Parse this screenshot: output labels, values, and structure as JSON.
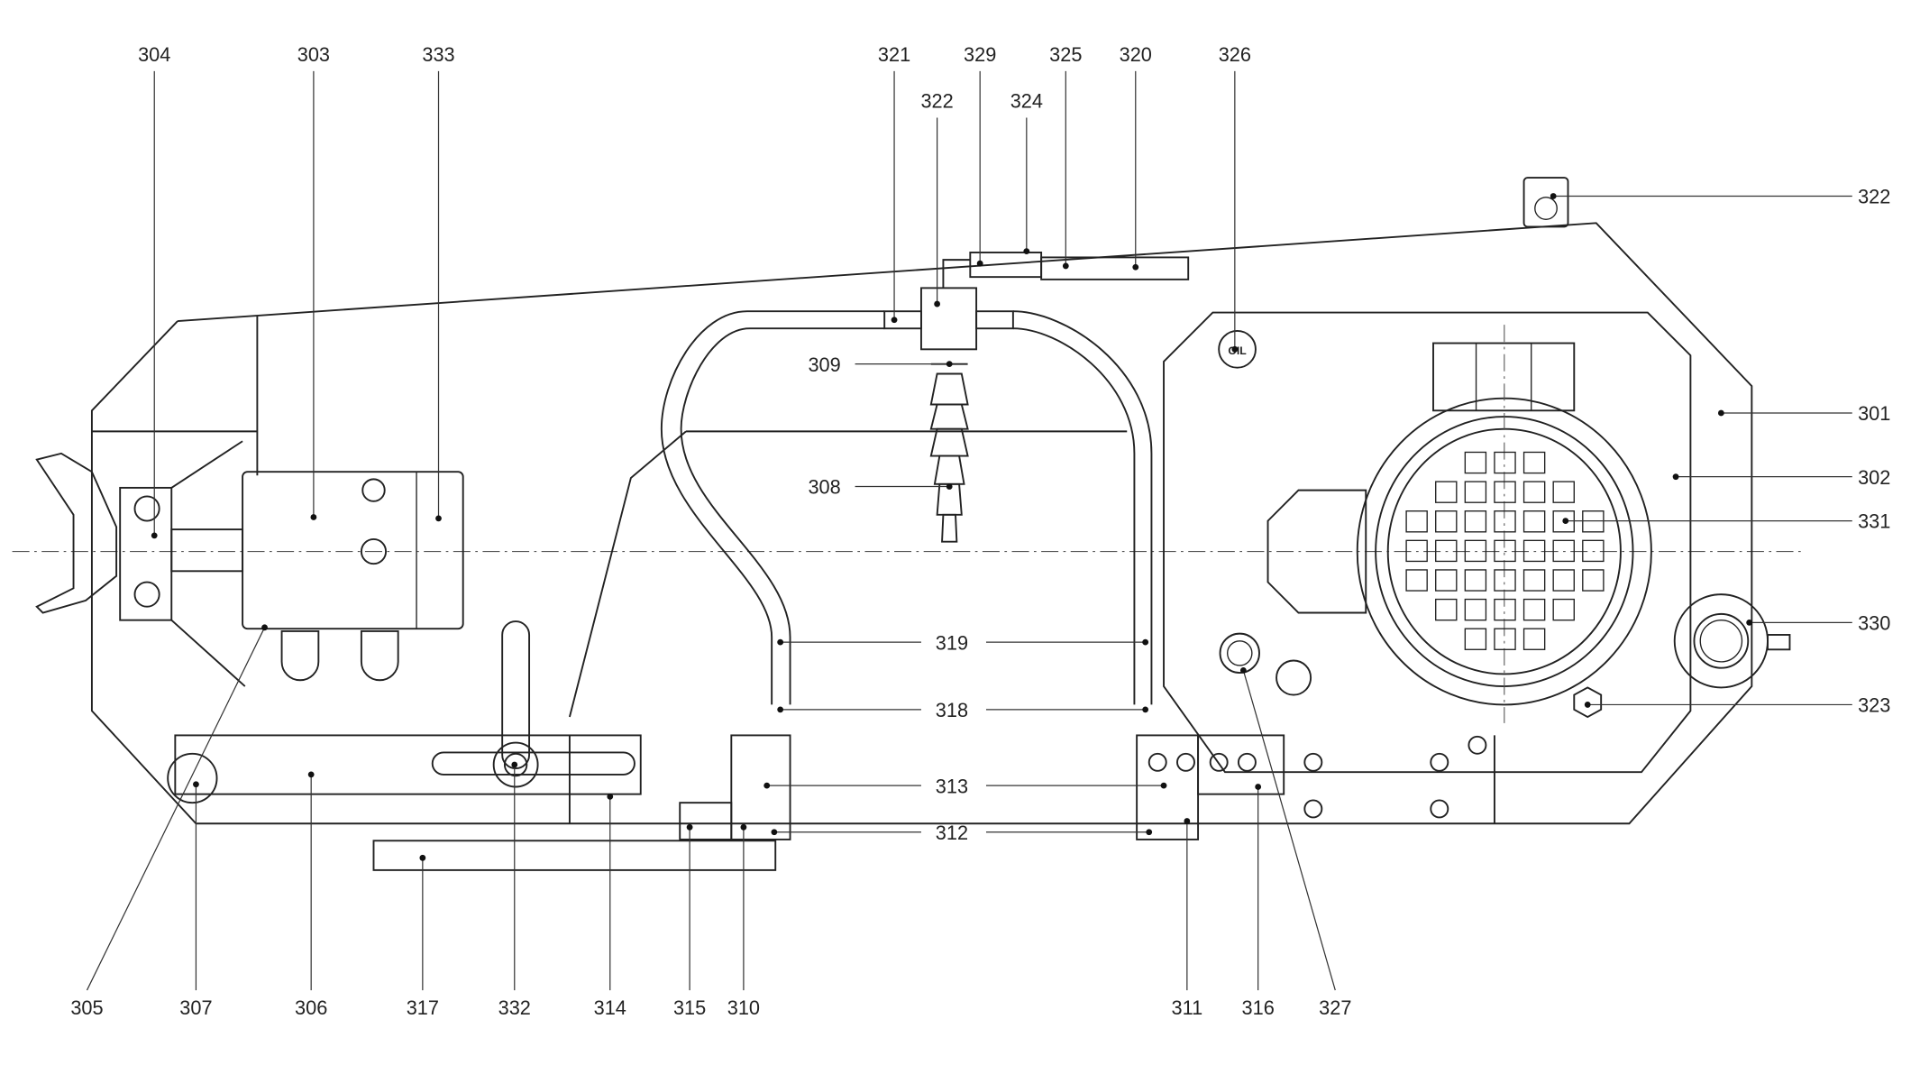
{
  "callouts": {
    "top": [
      "304",
      "303",
      "333",
      "321",
      "329",
      "325",
      "320",
      "326"
    ],
    "top2": [
      "322",
      "324"
    ],
    "right": [
      "322",
      "301",
      "302",
      "331",
      "330",
      "323"
    ],
    "middle_left": [
      "309",
      "308"
    ],
    "middle": [
      "319",
      "318",
      "313",
      "312"
    ],
    "bottom": [
      "305",
      "307",
      "306",
      "317",
      "332",
      "314",
      "315",
      "310",
      "311",
      "316",
      "327"
    ]
  },
  "oil_cap_text": "OIL"
}
